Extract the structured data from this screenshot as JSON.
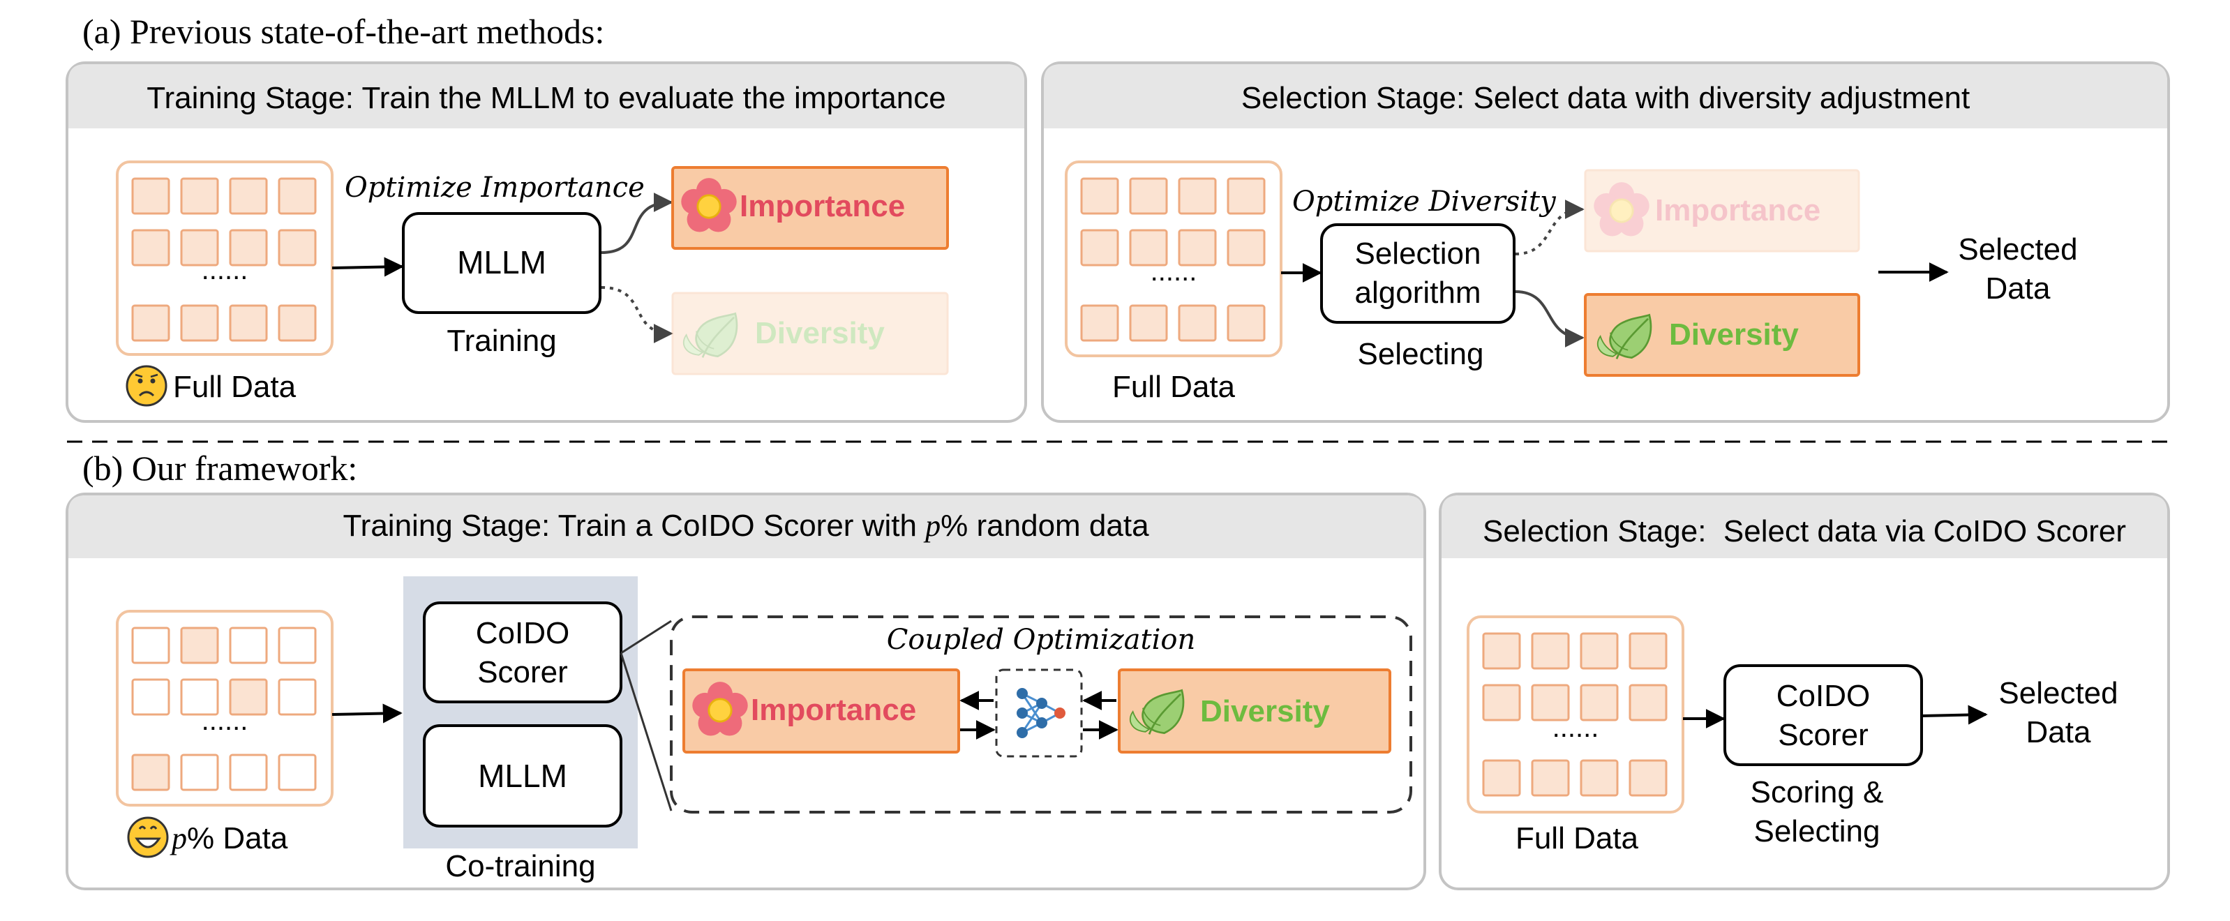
{
  "colors": {
    "panel_border": "#c4c4c4",
    "header_fill": "#e6e6e6",
    "grid_cell_fill": "#fbe3d2",
    "grid_cell_stroke": "#eea97e",
    "orange_box_fill": "#f9cba6",
    "orange_box_stroke": "#ed7d31",
    "importance_text": "#e24a5e",
    "diversity_text": "#6dbb3f",
    "cotrain_bg": "#d6dce6"
  },
  "icons": {
    "flower": "flower-icon",
    "leaf": "leaf-icon",
    "sad_face": "sad-face-icon",
    "smile_face": "smile-face-icon",
    "network": "neural-network-icon"
  },
  "section_a": {
    "label": "(a) Previous state-of-the-art methods:",
    "training_panel": {
      "title": "Training Stage: Train the MLLM to evaluate the importance",
      "dots": "......",
      "full_data": "Full Data",
      "optimize_label": "Optimize Importance",
      "model": "MLLM",
      "model_caption": "Training",
      "importance": "Importance",
      "diversity": "Diversity"
    },
    "selection_panel": {
      "title": "Selection Stage: Select data with diversity adjustment",
      "dots": "......",
      "full_data": "Full Data",
      "optimize_label": "Optimize Diversity",
      "algo_line1": "Selection",
      "algo_line2": "algorithm",
      "algo_caption": "Selecting",
      "importance": "Importance",
      "diversity": "Diversity",
      "selected_line1": "Selected",
      "selected_line2": "Data"
    }
  },
  "section_b": {
    "label": "(b) Our framework:",
    "training_panel": {
      "title_prefix": "Training Stage: Train a CoIDO Scorer with ",
      "title_p": "p",
      "title_suffix": "% random data",
      "dots": "......",
      "data_p": "p",
      "data_label": "% Data",
      "scorer_line1": "CoIDO",
      "scorer_line2": "Scorer",
      "model": "MLLM",
      "cotrain_caption": "Co-training",
      "coupled_label": "Coupled Optimization",
      "importance": "Importance",
      "diversity": "Diversity"
    },
    "selection_panel": {
      "title": "Selection Stage:  Select data via CoIDO Scorer",
      "dots": "......",
      "full_data": "Full Data",
      "scorer_line1": "CoIDO",
      "scorer_line2": "Scorer",
      "caption_line1": "Scoring &",
      "caption_line2": "Selecting",
      "selected_line1": "Selected",
      "selected_line2": "Data"
    }
  }
}
